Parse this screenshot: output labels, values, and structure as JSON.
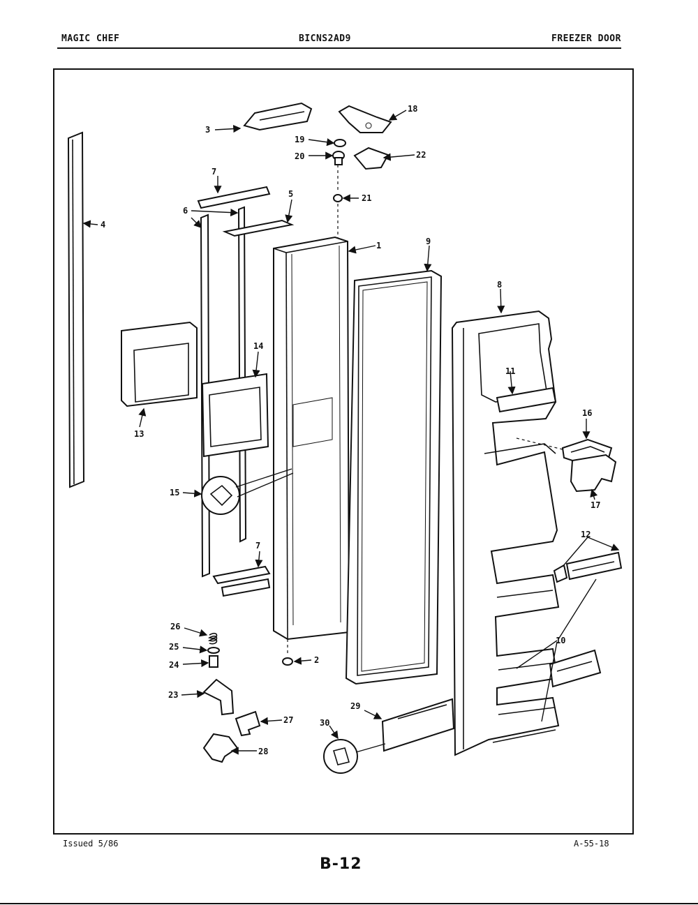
{
  "header": {
    "left": "MAGIC CHEF",
    "center": "BICNS2AD9",
    "right": "FREEZER DOOR"
  },
  "footer": {
    "left": "Issued 5/86",
    "right": "A-55-18",
    "page": "B-12"
  },
  "callouts": {
    "c1": "1",
    "c2": "2",
    "c3": "3",
    "c4": "4",
    "c5": "5",
    "c6": "6",
    "c7a": "7",
    "c7b": "7",
    "c8": "8",
    "c9": "9",
    "c10": "10",
    "c11": "11",
    "c12": "12",
    "c13": "13",
    "c14": "14",
    "c15": "15",
    "c16": "16",
    "c17": "17",
    "c18": "18",
    "c19": "19",
    "c20": "20",
    "c21": "21",
    "c22": "22",
    "c23": "23",
    "c24": "24",
    "c25": "25",
    "c26": "26",
    "c27": "27",
    "c28": "28",
    "c29": "29",
    "c30": "30"
  }
}
